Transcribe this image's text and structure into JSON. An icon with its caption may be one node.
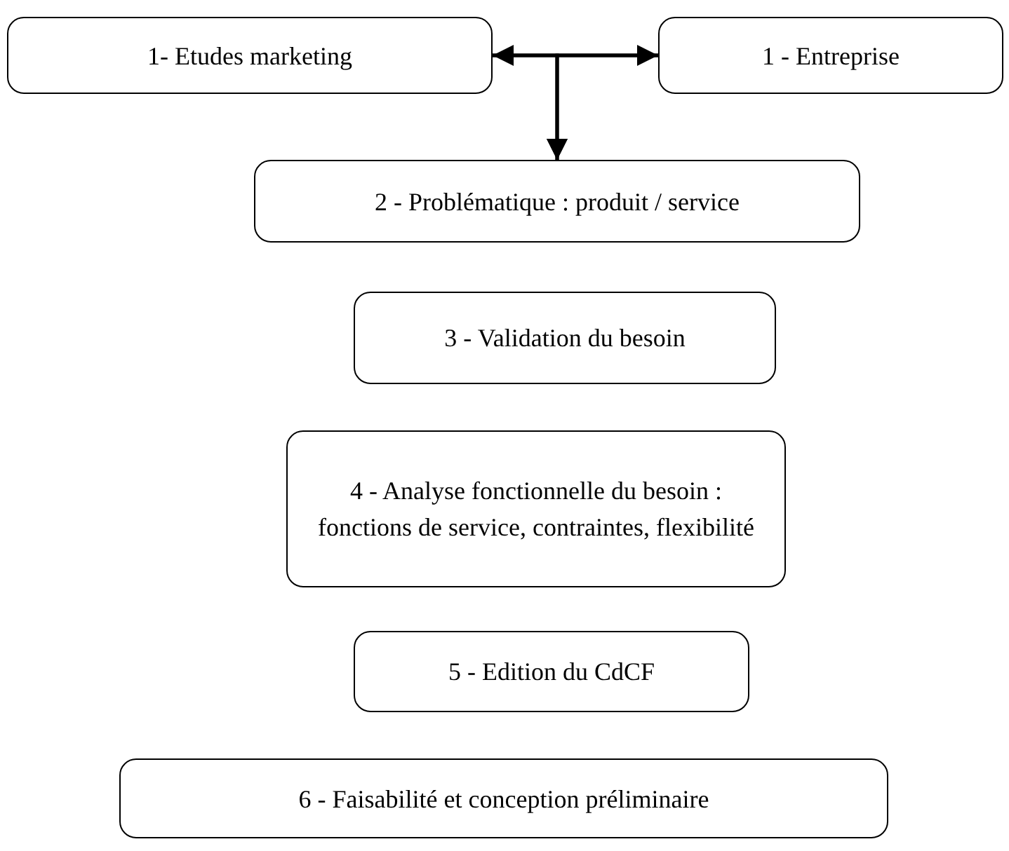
{
  "diagram": {
    "nodes": [
      {
        "text": [
          "1- Etudes marketing"
        ]
      },
      {
        "text": [
          "1 - Entreprise"
        ]
      },
      {
        "text": [
          "2 - Problématique : produit / service"
        ]
      },
      {
        "text": [
          "3 - Validation du besoin"
        ]
      },
      {
        "text": [
          "4 - Analyse fonctionnelle du besoin : fonctions de service, contraintes, flexibilité"
        ]
      },
      {
        "text": [
          "5 - Edition du CdCF"
        ]
      },
      {
        "text": [
          "6 - Faisabilité et conception préliminaire"
        ]
      }
    ],
    "edges": [
      {
        "from": 0,
        "to": 1,
        "arrow": "both"
      },
      {
        "from": 0,
        "to": 2,
        "arrow": "to"
      },
      {
        "from": 1,
        "to": 2,
        "arrow": "to"
      }
    ]
  }
}
